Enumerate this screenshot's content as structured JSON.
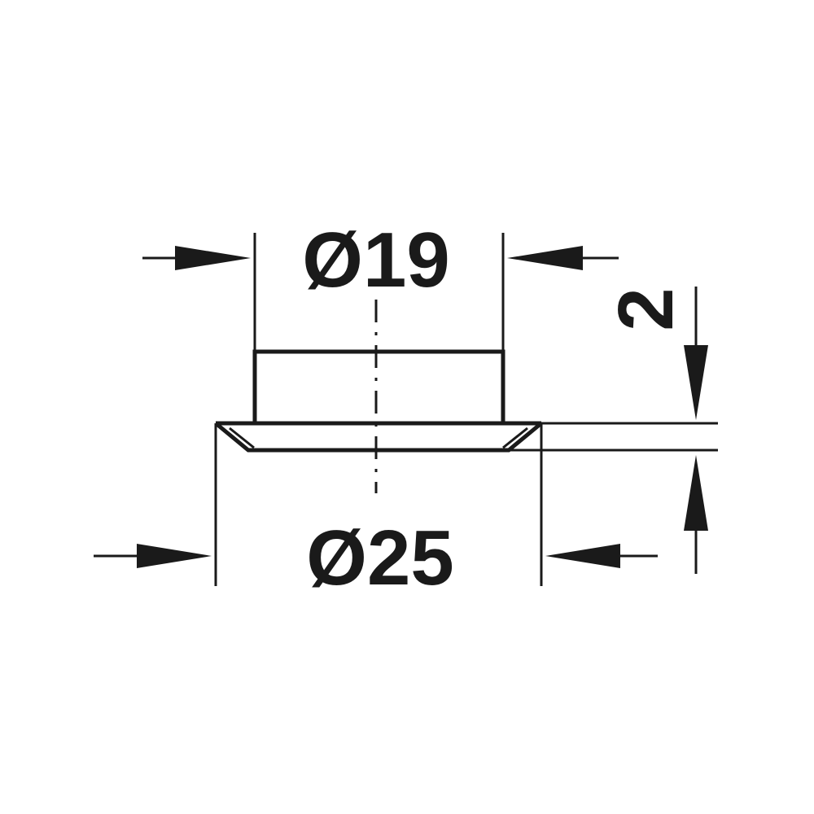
{
  "dimensions": {
    "top_diameter": "Ø19",
    "bottom_diameter": "Ø25",
    "flange_thickness": "2"
  },
  "colors": {
    "line": "#1a1a1a",
    "background": "#ffffff"
  }
}
